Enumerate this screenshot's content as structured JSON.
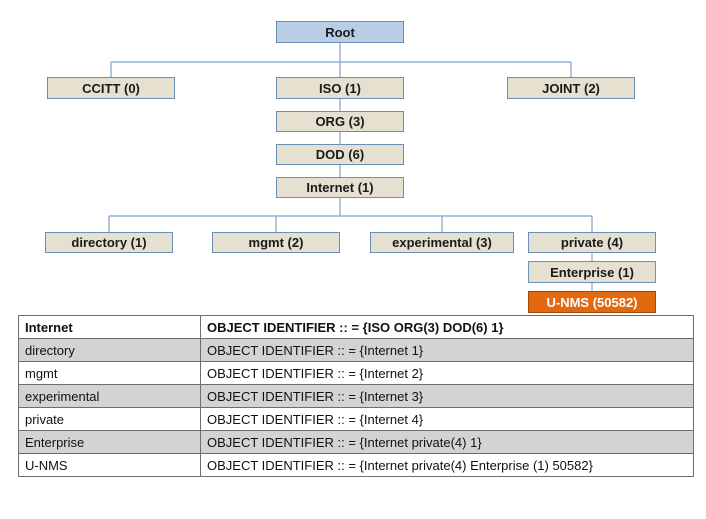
{
  "tree": {
    "nodes": {
      "root": "Root",
      "ccitt": "CCITT (0)",
      "iso": "ISO (1)",
      "joint": "JOINT (2)",
      "org": "ORG (3)",
      "dod": "DOD (6)",
      "internet": "Internet (1)",
      "directory": "directory (1)",
      "mgmt": "mgmt (2)",
      "experimental": "experimental (3)",
      "private": "private (4)",
      "enterprise": "Enterprise (1)",
      "unms": "U-NMS (50582)"
    }
  },
  "colors": {
    "node_fill": "#e5e0cf",
    "root_fill": "#b9cde6",
    "highlight_fill": "#e2690f",
    "connector": "#7fa3cc",
    "row_shade": "#d3d3d3"
  },
  "table": {
    "header": [
      "Internet",
      "OBJECT IDENTIFIER :: = {ISO ORG(3) DOD(6) 1}"
    ],
    "rows": [
      {
        "name": "directory",
        "oid": "OBJECT IDENTIFIER :: = {Internet 1}"
      },
      {
        "name": "mgmt",
        "oid": "OBJECT IDENTIFIER :: = {Internet 2}"
      },
      {
        "name": "experimental",
        "oid": "OBJECT IDENTIFIER :: = {Internet 3}"
      },
      {
        "name": "private",
        "oid": "OBJECT IDENTIFIER :: = {Internet 4}"
      },
      {
        "name": "Enterprise",
        "oid": "OBJECT IDENTIFIER :: = {Internet private(4) 1}"
      },
      {
        "name": "U-NMS",
        "oid": "OBJECT IDENTIFIER :: = {Internet private(4) Enterprise (1) 50582}"
      }
    ]
  }
}
